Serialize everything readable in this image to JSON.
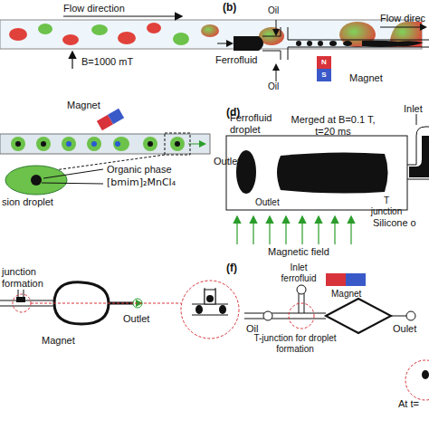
{
  "diagram": {
    "nodes": [
      {
        "text": [
          "N",
          "S"
        ]
      }
    ],
    "labels": [
      "Flow direction",
      "B=1000 mT",
      "(b)",
      "Oil",
      "Oil",
      "Ferrofluid",
      "Flow direc",
      "Magnet",
      "Magnet",
      "Organic phase",
      "[bmim]₂MnCl₄",
      "sion droplet",
      "Outlet",
      "(d)",
      "Ferrofluid droplet",
      "Merged at B=0.1 T, t=20 ms",
      "Inlet",
      "T junction",
      "Outlet",
      "Silicone o",
      "Magnetic field",
      "junction",
      "formation",
      "Magnet",
      "Outlet",
      "(f)",
      "Inlet ferrofluid",
      "Magnet",
      "Oil",
      "T-junction for droplet formation",
      "Oulet",
      "At t="
    ]
  }
}
